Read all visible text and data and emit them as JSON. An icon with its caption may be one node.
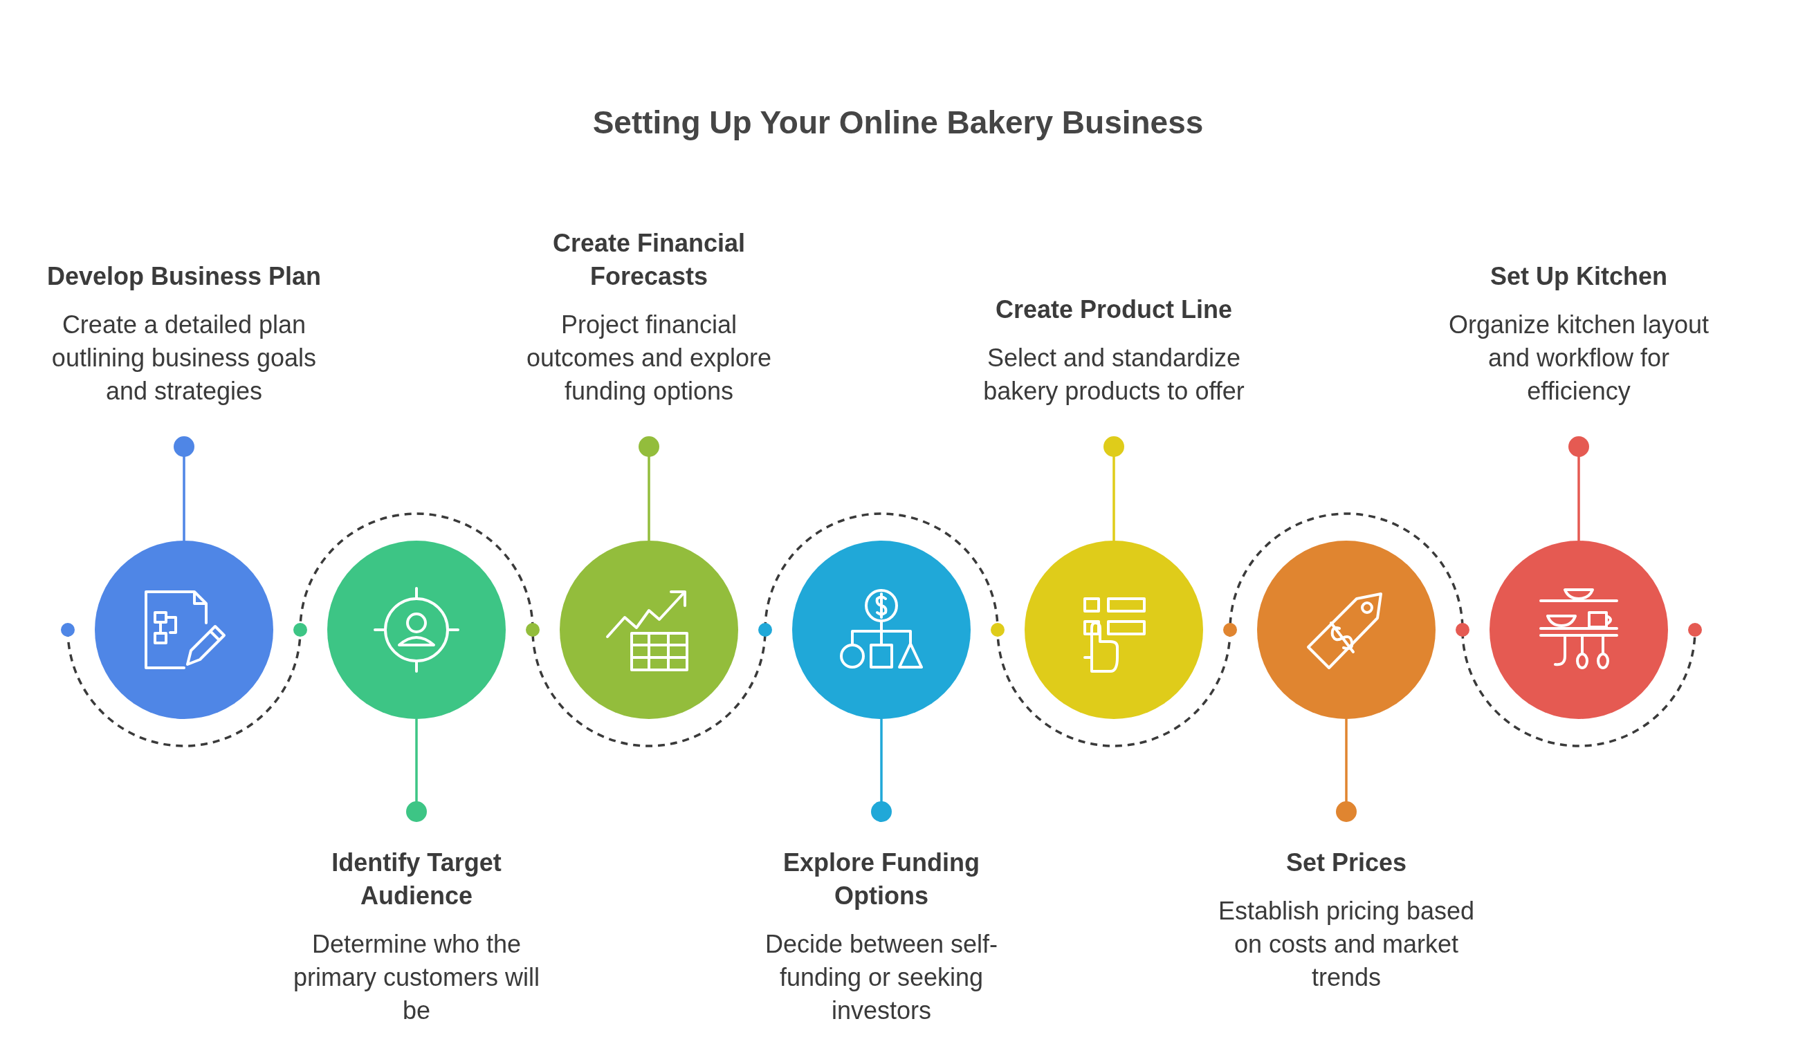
{
  "diagram": {
    "title": "Setting Up Your Online Bakery Business",
    "nodes": [
      {
        "text": [
          "Develop Business Plan",
          "Create a detailed plan outlining business goals and strategies"
        ]
      },
      {
        "text": [],
        "shape": "circle"
      },
      {
        "text": [
          "Identify Target Audience",
          "Determine who the primary customers will be"
        ]
      },
      {
        "text": [],
        "shape": "circle"
      },
      {
        "text": [
          "Create Financial Forecasts",
          "Project financial outcomes and explore funding options"
        ]
      },
      {
        "text": [],
        "shape": "circle"
      },
      {
        "text": [
          "Explore Funding Options",
          "Decide between self-funding or seeking investors"
        ]
      },
      {
        "text": [],
        "shape": "circle"
      },
      {
        "text": [
          "Create Product Line",
          "Select and standardize bakery products to offer"
        ]
      },
      {
        "text": [],
        "shape": "circle"
      },
      {
        "text": [
          "Set Prices",
          "Establish pricing based on costs and market trends"
        ]
      },
      {
        "text": [],
        "shape": "circle"
      },
      {
        "text": [
          "Set Up Kitchen",
          "Organize kitchen layout and workflow for efficiency"
        ]
      },
      {
        "text": [],
        "shape": "circle"
      }
    ],
    "edges": [
      {
        "from": 0,
        "to": 1,
        "arrow": "other",
        "color": "#4f86e6"
      },
      {
        "from": 2,
        "to": 3,
        "arrow": "other",
        "color": "#3dc585"
      },
      {
        "from": 4,
        "to": 5,
        "arrow": "other",
        "color": "#93bd3c"
      },
      {
        "from": 6,
        "to": 7,
        "arrow": "other",
        "color": "#20a8d8"
      },
      {
        "from": 8,
        "to": 9,
        "arrow": "other",
        "color": "#dfcc1a"
      },
      {
        "from": 10,
        "to": 11,
        "arrow": "other",
        "color": "#e08530"
      },
      {
        "from": 12,
        "to": 13,
        "arrow": "other",
        "color": "#e55a52"
      }
    ]
  }
}
